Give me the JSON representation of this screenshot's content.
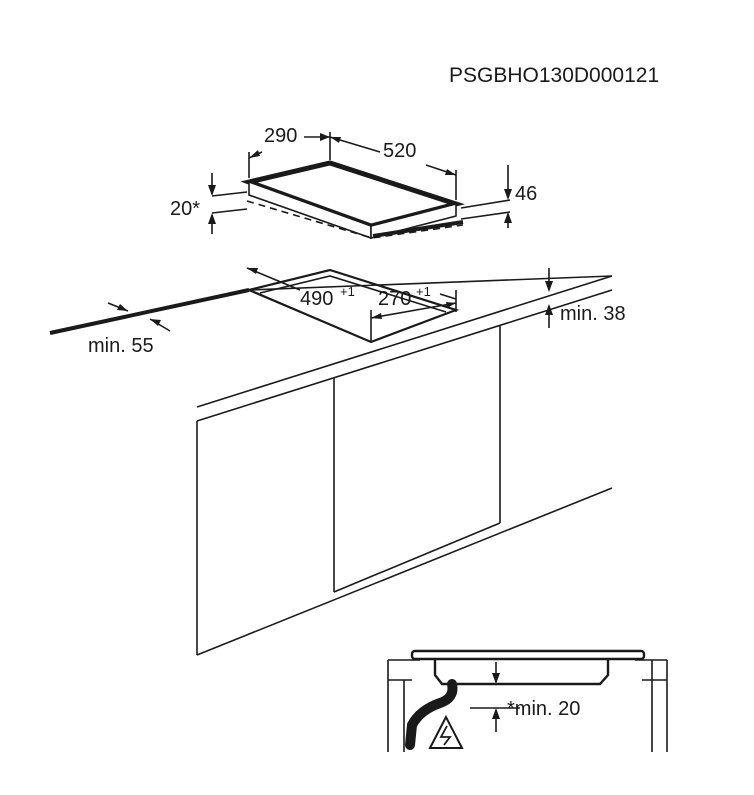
{
  "drawing_code": "PSGBHO130D000121",
  "dimensions": {
    "hob_depth": "290",
    "hob_width": "520",
    "hob_height": "46",
    "hob_glass_offset": "20*",
    "cutout_width": "490",
    "cutout_width_tol": "+1",
    "cutout_depth": "270",
    "cutout_depth_tol": "+1",
    "min_front_edge": "min. 55",
    "min_worktop": "min. 38",
    "min_below_hob": "*min. 20"
  },
  "icons": [
    "electrical-hazard-icon"
  ]
}
